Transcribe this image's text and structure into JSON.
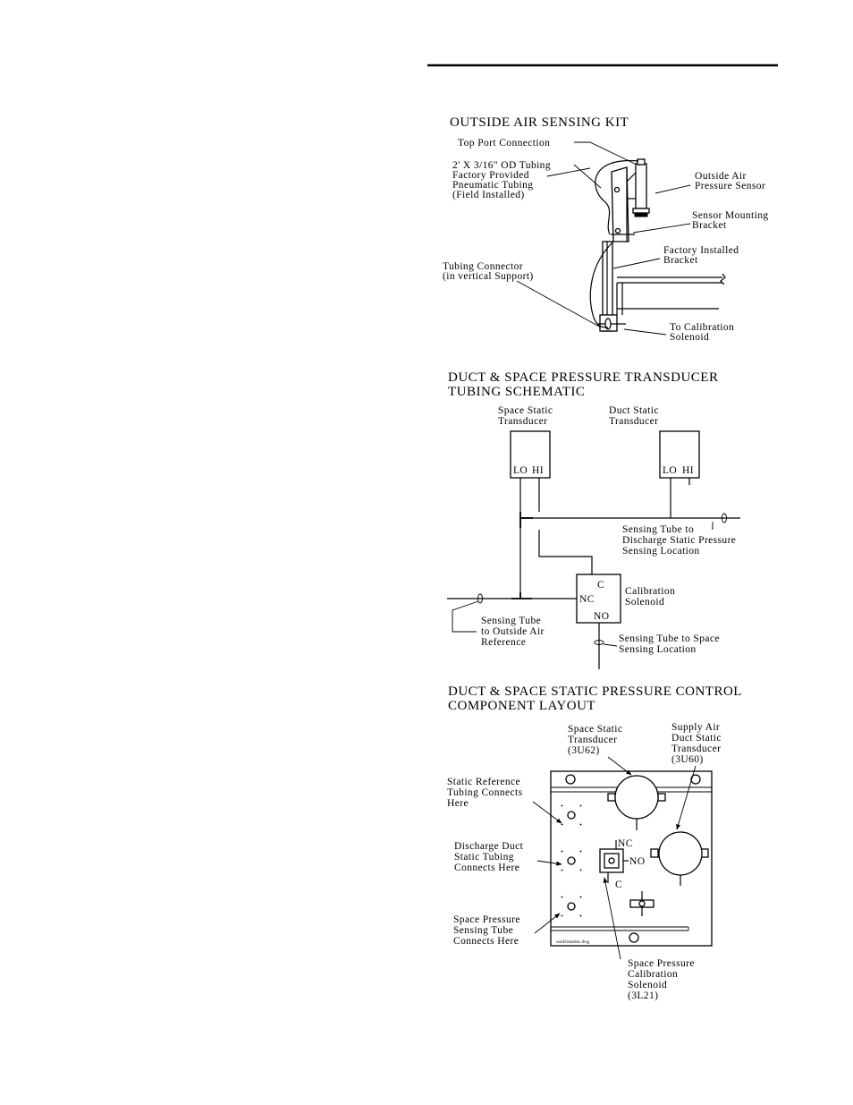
{
  "kit": {
    "title": "OUTSIDE AIR SENSING KIT",
    "top_port": "Top Port Connection",
    "tubing": [
      "2' X 3/16\" OD Tubing",
      "Factory Provided",
      "Pneumatic Tubing",
      "(Field Installed)"
    ],
    "sensor": [
      "Outside Air",
      "Pressure Sensor"
    ],
    "mount": [
      "Sensor Mounting",
      "Bracket"
    ],
    "factory": [
      "Factory Installed",
      "Bracket"
    ],
    "connector": [
      "Tubing Connector",
      "(in vertical Support)"
    ],
    "calib": [
      "To Calibration",
      "Solenoid"
    ]
  },
  "schematic": {
    "title": [
      "DUCT & SPACE PRESSURE TRANSDUCER",
      "TUBING SCHEMATIC"
    ],
    "space": [
      "Space Static",
      "Transducer"
    ],
    "duct": [
      "Duct Static",
      "Transducer"
    ],
    "port_lo": "LO",
    "port_hi": "HI",
    "discharge": [
      "Sensing Tube to",
      "Discharge Static Pressure",
      "Sensing Location"
    ],
    "solenoid": [
      "Calibration",
      "Solenoid"
    ],
    "sol_c": "C",
    "sol_nc": "NC",
    "sol_no": "NO",
    "outside": [
      "Sensing Tube",
      "to Outside Air",
      "Reference"
    ],
    "spacetube": [
      "Sensing Tube to Space",
      "Sensing Location"
    ]
  },
  "layout": {
    "title": [
      "DUCT & SPACE STATIC PRESSURE CONTROL",
      "COMPONENT LAYOUT"
    ],
    "space_xd": [
      "Space Static",
      "Transducer",
      "(3U62)"
    ],
    "supply_xd": [
      "Supply Air",
      "Duct Static",
      "Transducer",
      "(3U60)"
    ],
    "static_ref": [
      "Static Reference",
      "Tubing Connects",
      "Here"
    ],
    "discharge": [
      "Discharge Duct",
      "Static Tubing",
      "Connects Here"
    ],
    "space_press": [
      "Space Pressure",
      "Sensing Tube",
      "Connects Here"
    ],
    "calib": [
      "Space Pressure",
      "Calibration",
      "Solenoid",
      "(3L21)"
    ],
    "nc": "NC",
    "no": "NO",
    "c": "C",
    "drawing": "ssod/transduc.dwg"
  }
}
